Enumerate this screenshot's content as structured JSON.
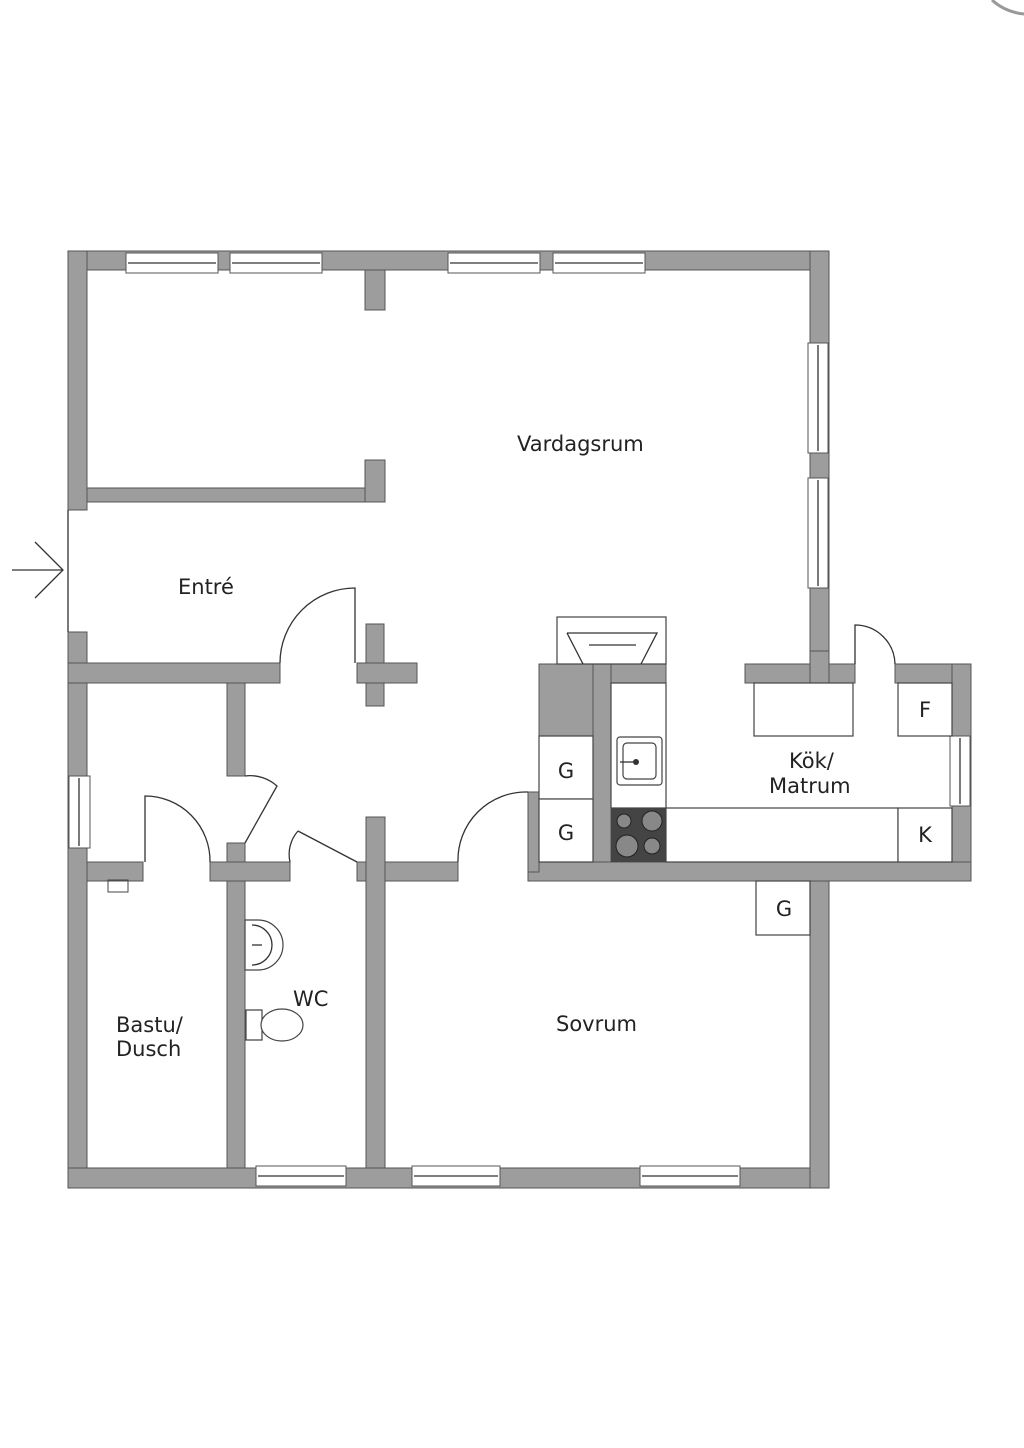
{
  "rooms": {
    "vardagsrum": "Vardagsrum",
    "entre": "Entré",
    "kok_line1": "Kök/",
    "kok_line2": "Matrum",
    "bastu_line1": "Bastu/",
    "bastu_line2": "Dusch",
    "wc": "WC",
    "sovrum": "Sovrum"
  },
  "appliances": {
    "freezer": "F",
    "fridge": "K",
    "cabinet1": "G",
    "cabinet2": "G",
    "cabinet3": "G"
  },
  "colors": {
    "wall": "#9d9d9d",
    "stove": "#444444"
  }
}
